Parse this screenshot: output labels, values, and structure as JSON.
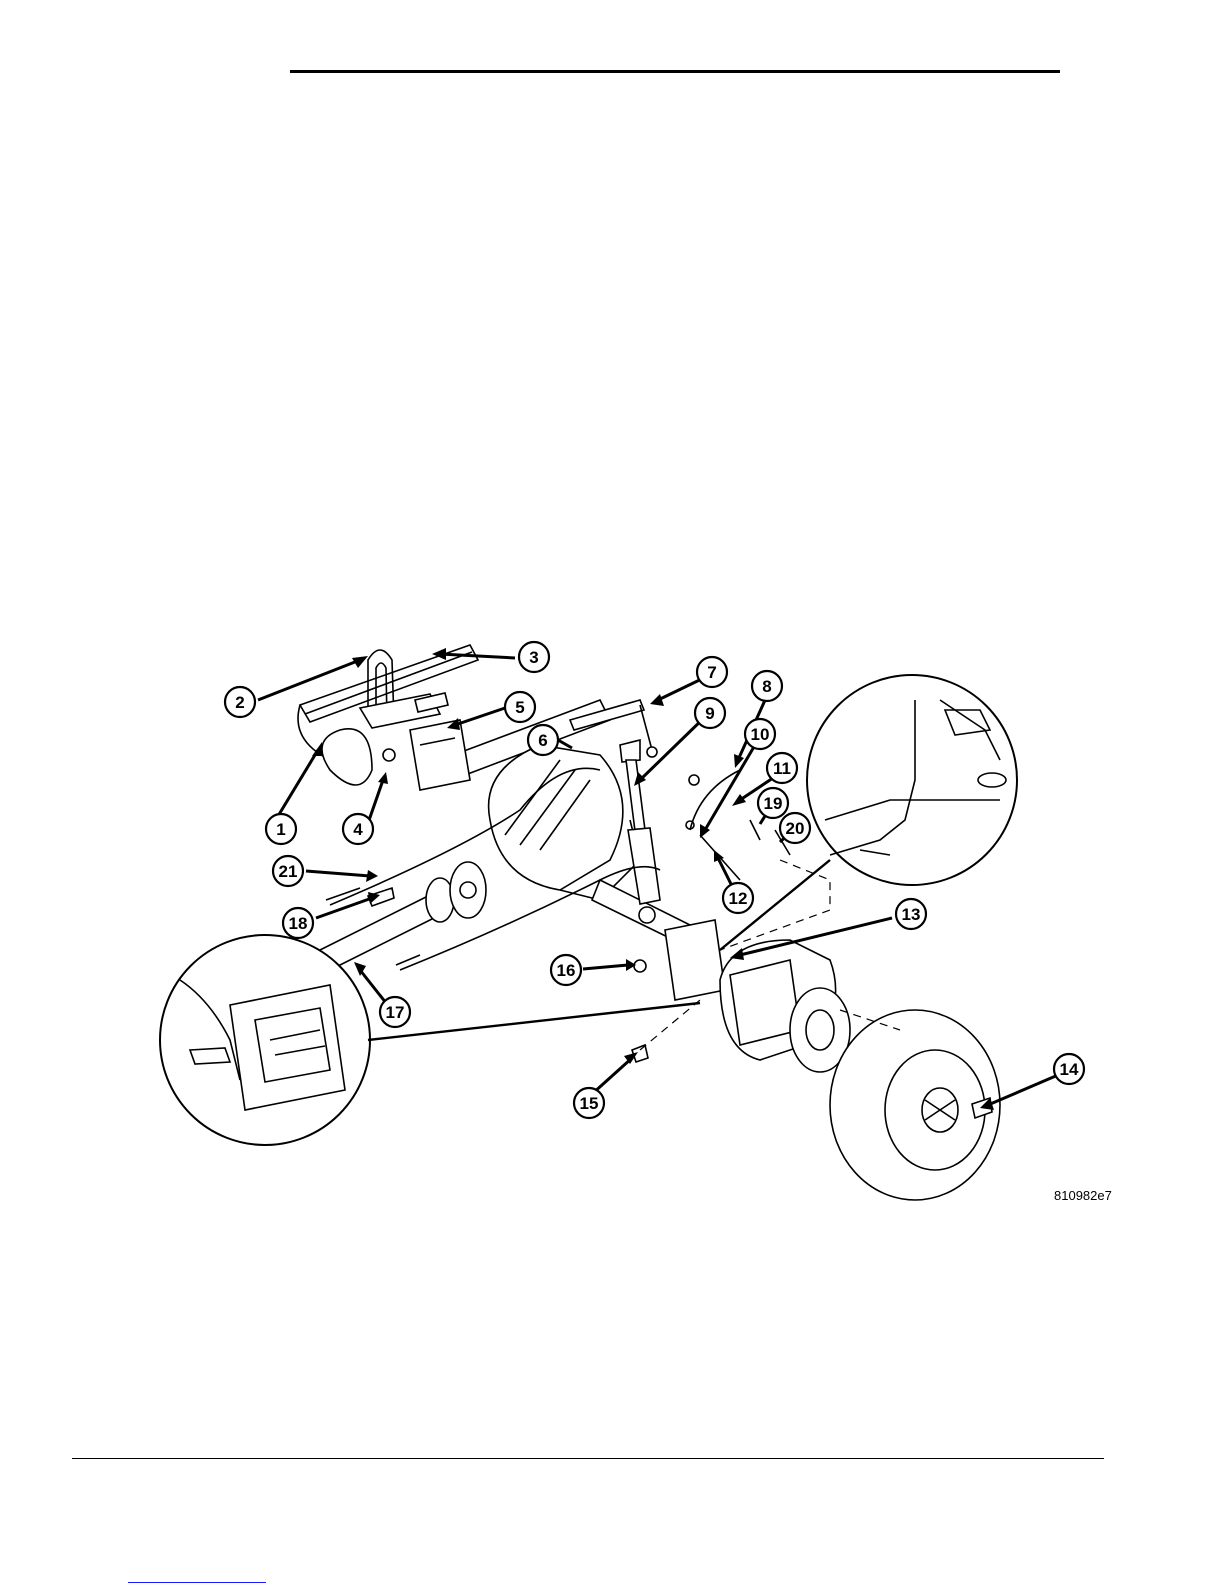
{
  "figure": {
    "id": "810982e7",
    "callouts": [
      {
        "n": "1"
      },
      {
        "n": "2"
      },
      {
        "n": "3"
      },
      {
        "n": "4"
      },
      {
        "n": "5"
      },
      {
        "n": "6"
      },
      {
        "n": "7"
      },
      {
        "n": "8"
      },
      {
        "n": "9"
      },
      {
        "n": "10"
      },
      {
        "n": "11"
      },
      {
        "n": "12"
      },
      {
        "n": "13"
      },
      {
        "n": "14"
      },
      {
        "n": "15"
      },
      {
        "n": "16"
      },
      {
        "n": "17"
      },
      {
        "n": "18"
      },
      {
        "n": "19"
      },
      {
        "n": "20"
      },
      {
        "n": "21"
      }
    ]
  }
}
